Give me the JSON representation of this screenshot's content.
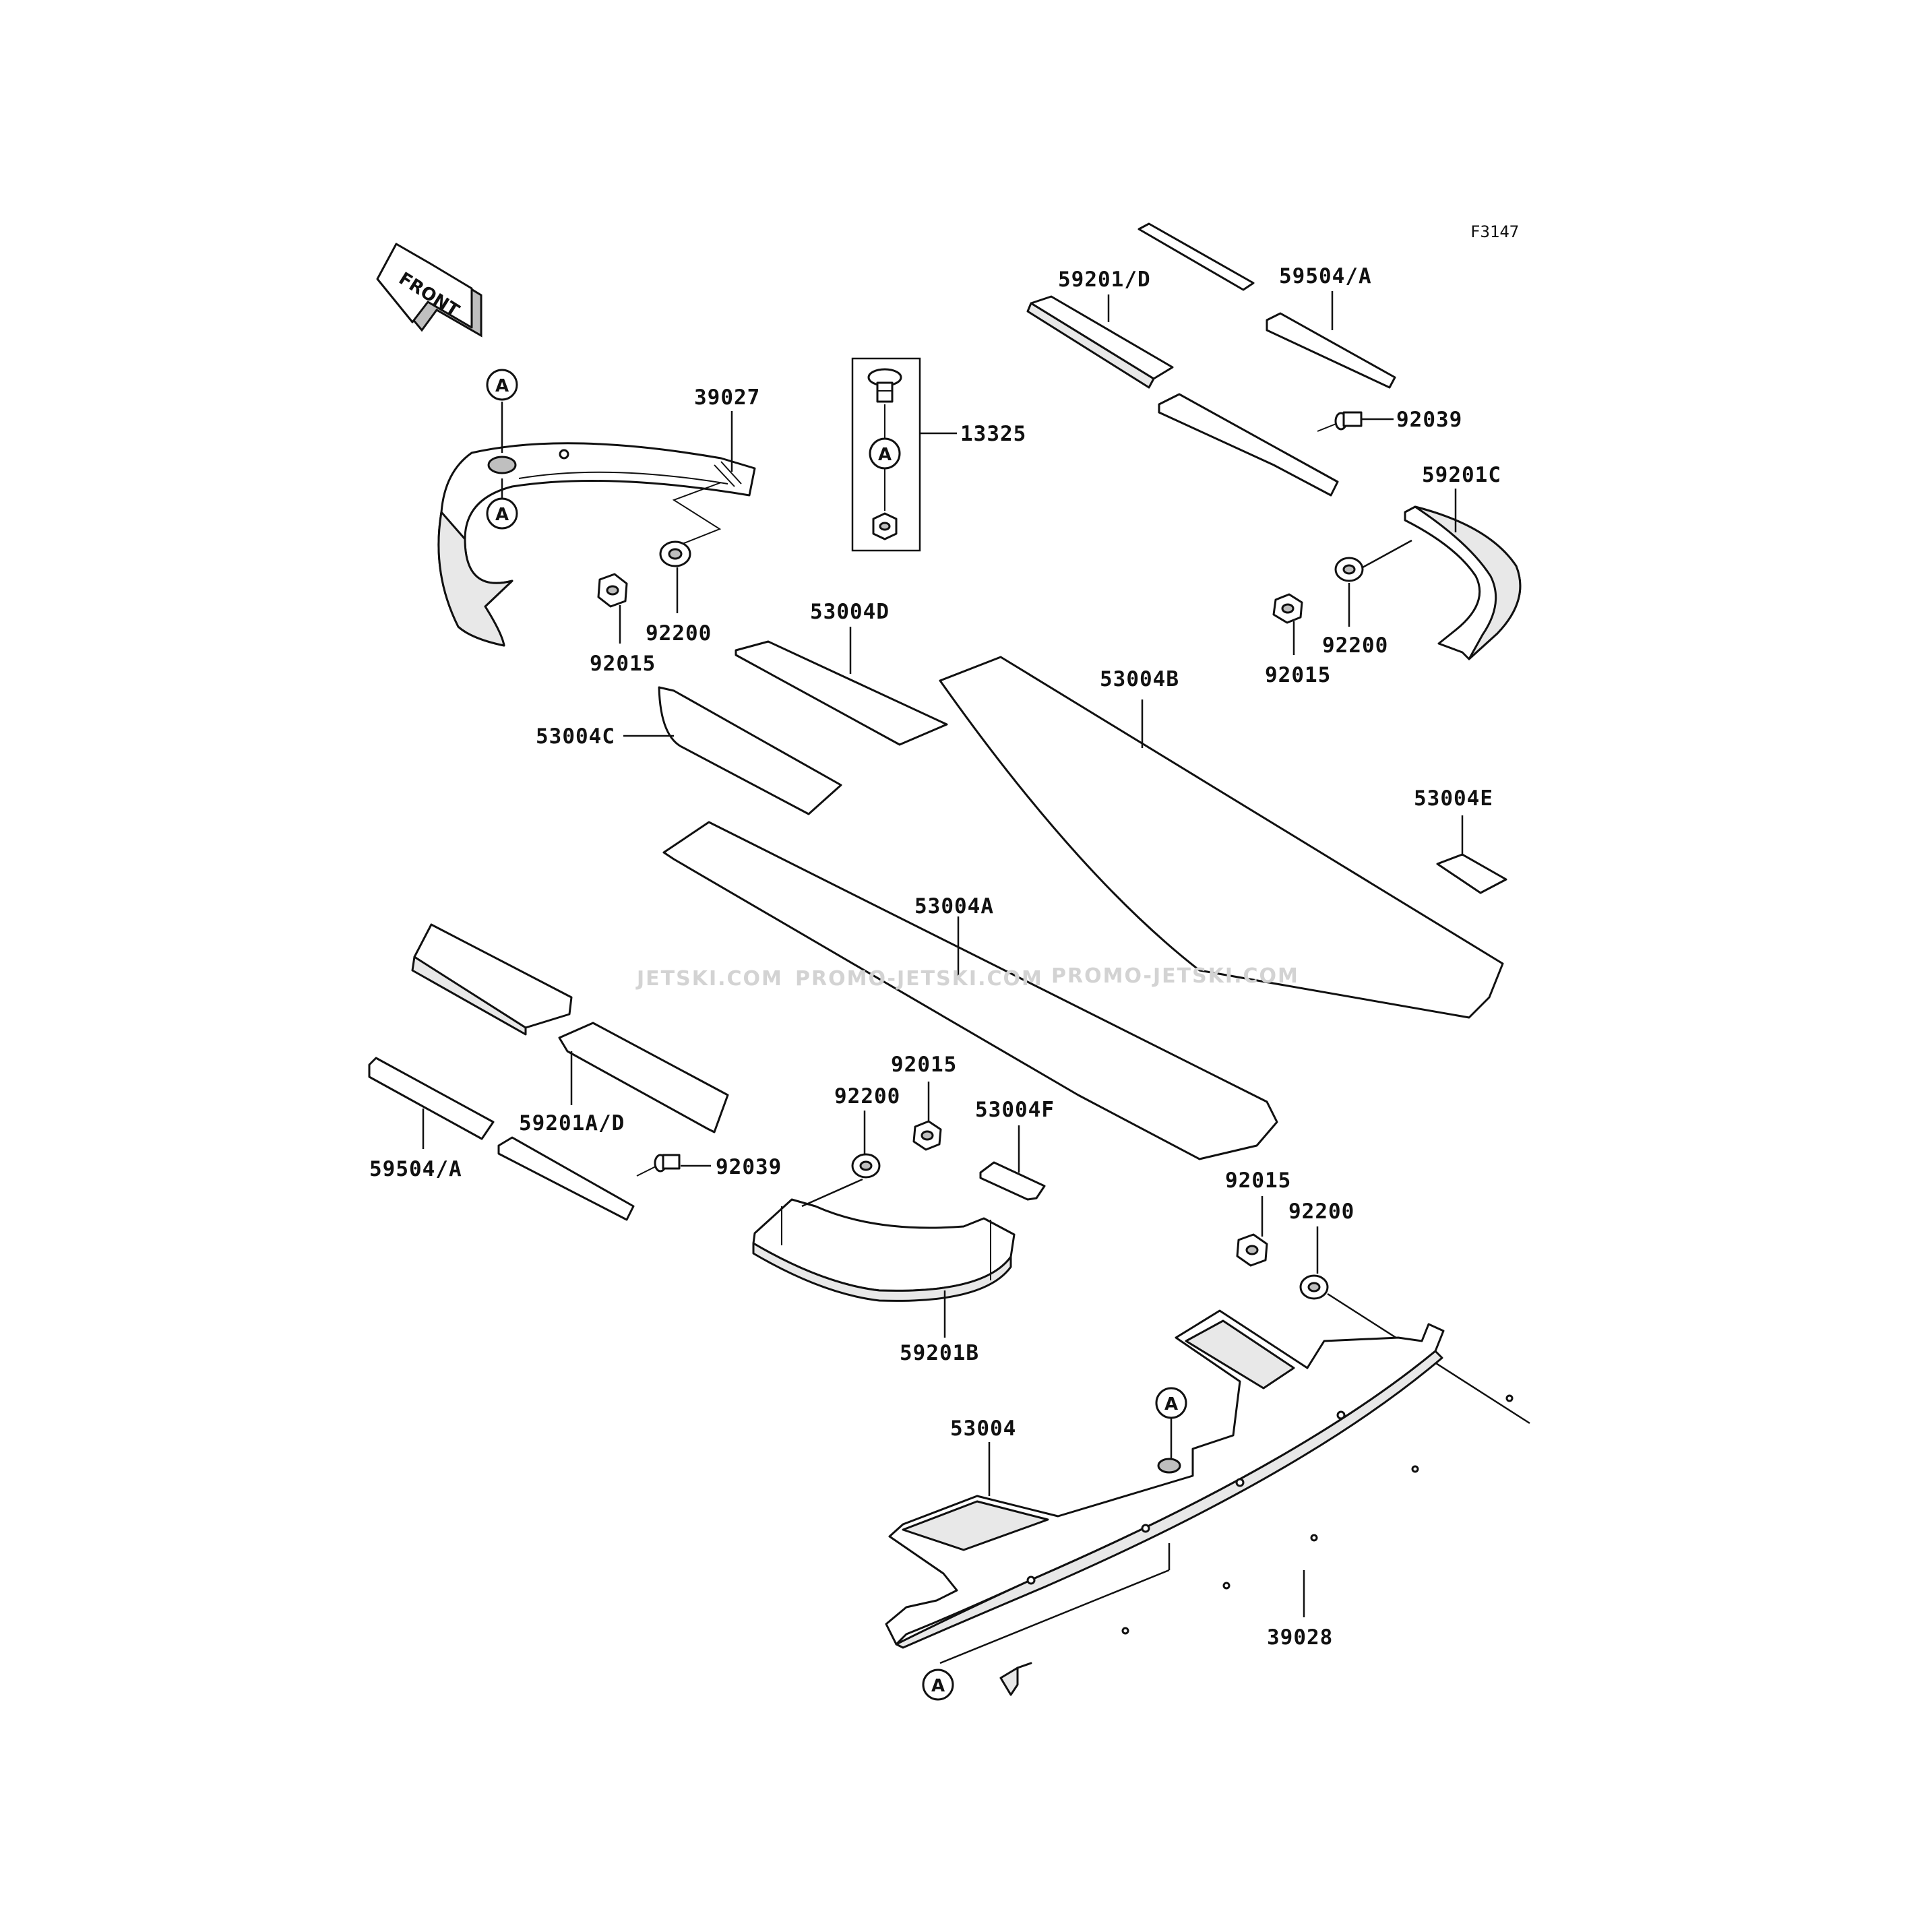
{
  "diagram": {
    "figure_code": "F3147",
    "front_label": "FRONT",
    "ref_marker": "A",
    "parts": {
      "p39027": "39027",
      "p13325": "13325",
      "p59201_D": "59201/D",
      "p59504_A_top": "59504/A",
      "p92039_top": "92039",
      "p59201C": "59201C",
      "p92200_left": "92200",
      "p92015_left": "92015",
      "p53004D": "53004D",
      "p53004C": "53004C",
      "p53004B": "53004B",
      "p92200_right": "92200",
      "p92015_right": "92015",
      "p53004E": "53004E",
      "p53004A": "53004A",
      "p92015_mid": "92015",
      "p92200_mid": "92200",
      "p53004F": "53004F",
      "p59201A_D": "59201A/D",
      "p59504_A_bottom": "59504/A",
      "p92039_bottom": "92039",
      "p59201B": "59201B",
      "p92015_bottom": "92015",
      "p92200_bottom": "92200",
      "p53004": "53004",
      "p39028": "39028"
    },
    "watermark": {
      "w1": "JETSKI.COM",
      "w2": "PROMO-JETSKI.COM",
      "w3": "PROMO-JETSKI.COM"
    }
  }
}
